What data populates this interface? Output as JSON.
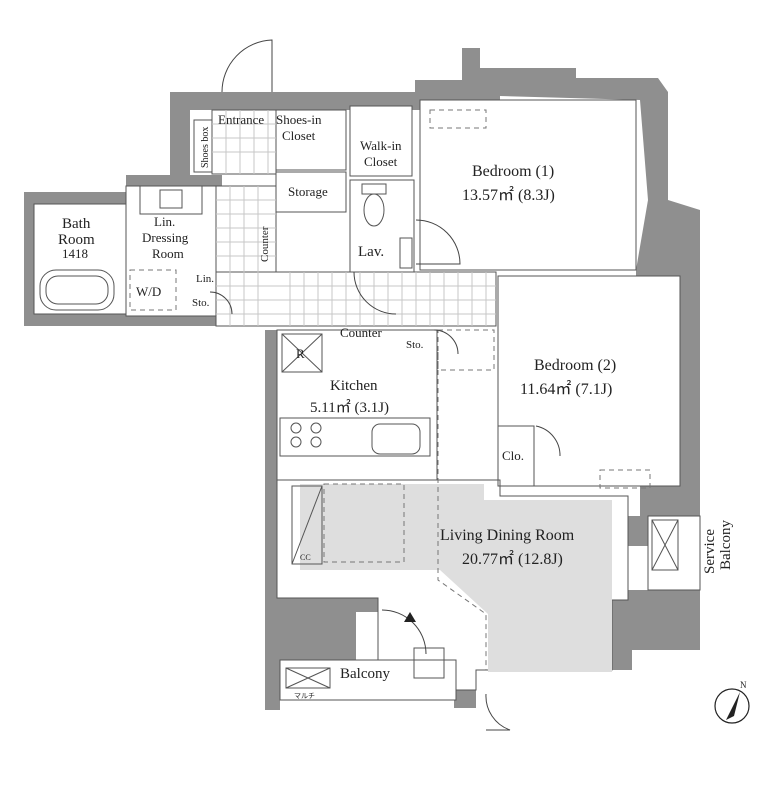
{
  "rooms": {
    "entrance": "Entrance",
    "shoes_in_closet": [
      "Shoes-in",
      "Closet"
    ],
    "shoes_box": "Shoes box",
    "walk_in_closet": [
      "Walk-in",
      "Closet"
    ],
    "storage": "Storage",
    "bath_room": [
      "Bath",
      "Room",
      "1418"
    ],
    "lin_dressing_room": [
      "Lin.",
      "Dressing",
      "Room"
    ],
    "lin": "Lin.",
    "wd": "W/D",
    "sto_left": "Sto.",
    "counter_vertical": "Counter",
    "lav": "Lav.",
    "bedroom1": [
      "Bedroom (1)",
      "13.57㎡ (8.3J)"
    ],
    "bedroom2": [
      "Bedroom (2)",
      "11.64㎡ (7.1J)"
    ],
    "counter_horizontal": "Counter",
    "sto_mid": "Sto.",
    "refrigerator": "R",
    "kitchen": [
      "Kitchen",
      "5.11㎡ (3.1J)"
    ],
    "clo": "Clo.",
    "ldr": [
      "Living Dining Room",
      "20.77㎡ (12.8J)"
    ],
    "cc": "CC",
    "service_balcony": [
      "Service",
      "Balcony"
    ],
    "balcony": "Balcony",
    "maruchi": "マルチ"
  },
  "compass": {
    "label": "N",
    "icon": "north-arrow-icon"
  },
  "colors": {
    "wall": "#8f8f8f",
    "shade": "#dedede",
    "line": "#555555"
  }
}
